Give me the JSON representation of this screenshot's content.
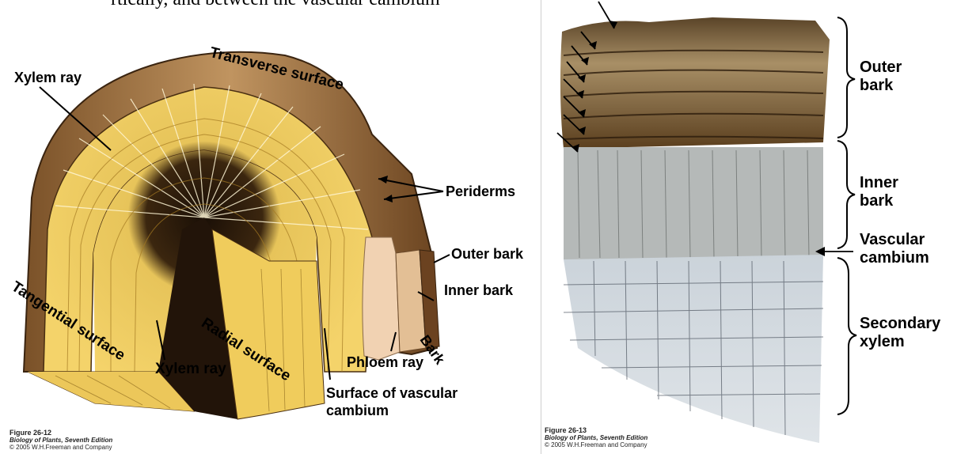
{
  "header_fragment": "rtically, and between the vascular cambium",
  "left_figure": {
    "labels": {
      "xylem_ray_top": "Xylem ray",
      "transverse_surface": "Transverse surface",
      "periderms": "Periderms",
      "outer_bark": "Outer bark",
      "inner_bark": "Inner bark",
      "bark": "Bark",
      "tangential_surface": "Tangential surface",
      "xylem_ray_bottom": "Xylem  ray",
      "radial_surface": "Radial  surface",
      "phloem_ray": "Phloem ray",
      "cambium_surface": "Surface of vascular cambium"
    },
    "caption": {
      "figure": "Figure 26-12",
      "book": "Biology of Plants, Seventh Edition",
      "copyright": "© 2005 W.H.Freeman and Company"
    }
  },
  "right_figure": {
    "labels": {
      "outer_bark": "Outer bark",
      "inner_bark": "Inner bark",
      "vascular_cambium": "Vascular cambium",
      "secondary_xylem": "Secondary xylem"
    },
    "caption": {
      "figure": "Figure 26-13",
      "book": "Biology of Plants, Seventh Edition",
      "copyright": "© 2005 W.H.Freeman and Company"
    }
  },
  "colors": {
    "wood_yellow": "#f2cf62",
    "wood_dark": "#2a1a0c",
    "bark_brown": "#a07845",
    "phloem_pink": "#f1d2b2",
    "xylem_gray": "#c9d0d6",
    "inner_bark_gray": "#b5b9b8"
  }
}
